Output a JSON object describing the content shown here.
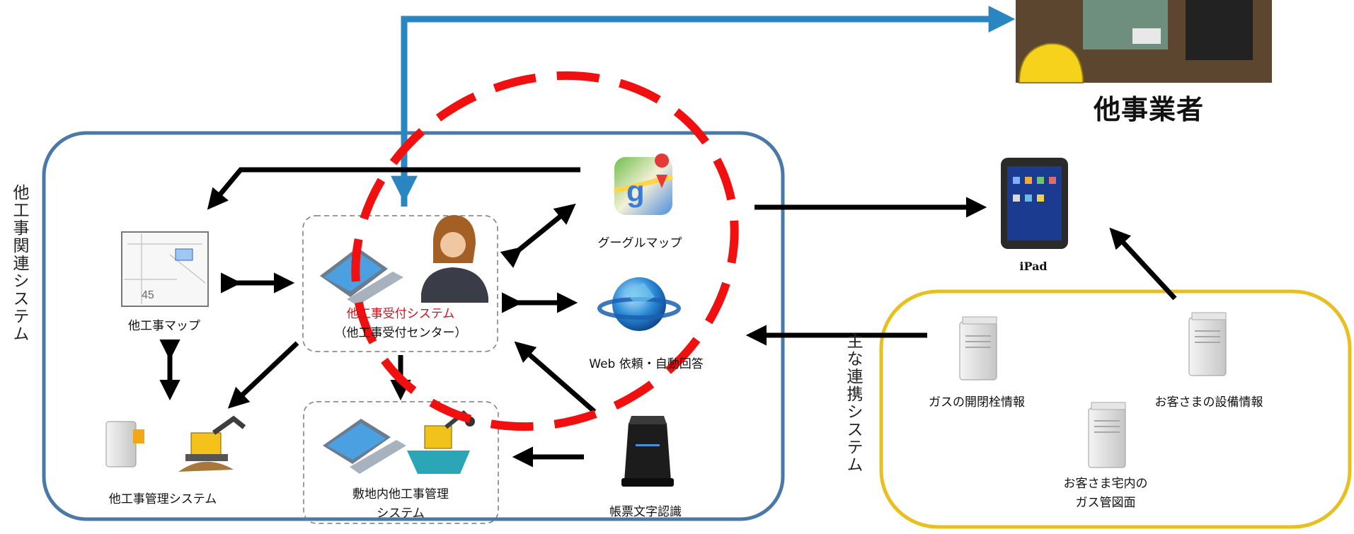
{
  "colors": {
    "left_frame": "#4a78a8",
    "right_frame": "#e8bf1f",
    "blue_arrow": "#2a86c1",
    "red_ellipse": "#f01010",
    "arrow": "#000000",
    "highlight_text": "#d0101c"
  },
  "contractor": {
    "label": "他事業者"
  },
  "left_group": {
    "label": "他工事関連システム"
  },
  "right_group": {
    "label": "主な連携システム"
  },
  "nodes": {
    "map": {
      "label": "他工事マップ",
      "icon": "map-thumbnail-icon"
    },
    "reception": {
      "label_line1": "他工事受付システム",
      "label_line2": "（他工事受付センター）",
      "icon": "operator-laptop-icon"
    },
    "google": {
      "label": "グーグルマップ",
      "icon": "google-maps-icon"
    },
    "web": {
      "label": "Web 依頼・自動回答",
      "icon": "globe-icon"
    },
    "mgmt": {
      "label": "他工事管理システム",
      "icon": "server-excavator-icon"
    },
    "onsite": {
      "label_line1": "敷地内他工事管理",
      "label_line2": "システム",
      "icon": "laptop-construction-icon"
    },
    "ocr": {
      "label": "帳票文字認識",
      "icon": "scanner-icon"
    },
    "ipad": {
      "label": "iPad",
      "icon": "tablet-icon"
    },
    "valve": {
      "label": "ガスの開閉栓情報",
      "icon": "server-icon"
    },
    "equip": {
      "label": "お客さまの設備情報",
      "icon": "server-icon"
    },
    "indoor": {
      "label_line1": "お客さま宅内の",
      "label_line2": "ガス管図面",
      "icon": "server-icon"
    }
  }
}
